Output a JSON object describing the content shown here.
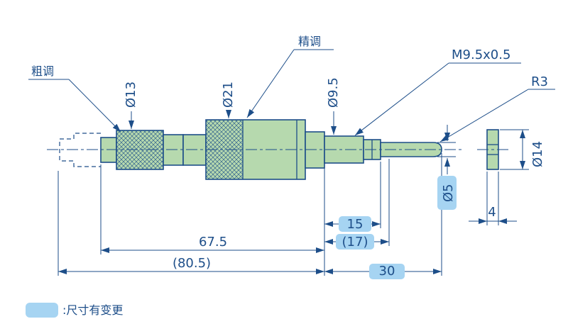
{
  "drawing": {
    "callouts": {
      "coarse_adjust": "粗调",
      "fine_adjust": "精调",
      "thread_spec": "M9.5x0.5",
      "tip_radius": "R3"
    },
    "diameters": {
      "coarse_knob": "Ø13",
      "fine_body": "Ø21",
      "spindle": "Ø9.5",
      "end_disc": "Ø14",
      "rod": "Ø5"
    },
    "lengths": {
      "travel": "15",
      "travel_ref": "(17)",
      "body": "67.5",
      "overall_ref": "(80.5)",
      "rod": "30",
      "disc_thickness": "4"
    },
    "legend_note": ":尺寸有变更"
  },
  "colors": {
    "line": "#1d4e89",
    "body-fill": "#b6d9ae",
    "highlight": "#a6d4f2",
    "bg": "#ffffff"
  }
}
